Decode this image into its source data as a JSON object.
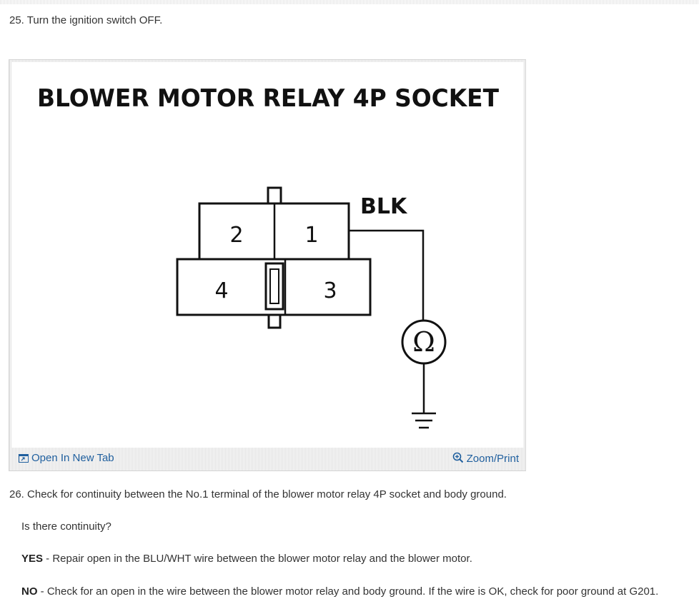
{
  "steps": {
    "step25": "25. Turn the ignition switch OFF.",
    "step26": "26. Check for continuity between the No.1 terminal of the blower motor relay 4P socket and body ground.",
    "question": "Is there continuity?",
    "yes_label": "YES",
    "yes_text": " - Repair open in the BLU/WHT wire between the blower motor relay and the blower motor.",
    "no_label": "NO",
    "no_text": " - Check for an open in the wire between the blower motor relay and body ground. If the wire is OK, check for poor ground at G201."
  },
  "figure": {
    "title": "BLOWER MOTOR RELAY 4P SOCKET",
    "wire_color": "BLK",
    "pins": [
      "2",
      "1",
      "4",
      "3"
    ],
    "meter_symbol": "Ω",
    "open_tab_label": "Open In New Tab",
    "zoom_label": "Zoom/Print",
    "icons": [
      "open-new-tab-icon",
      "zoom-icon",
      "ohmmeter-icon",
      "ground-icon"
    ],
    "link_color": "#1f5f9e"
  }
}
